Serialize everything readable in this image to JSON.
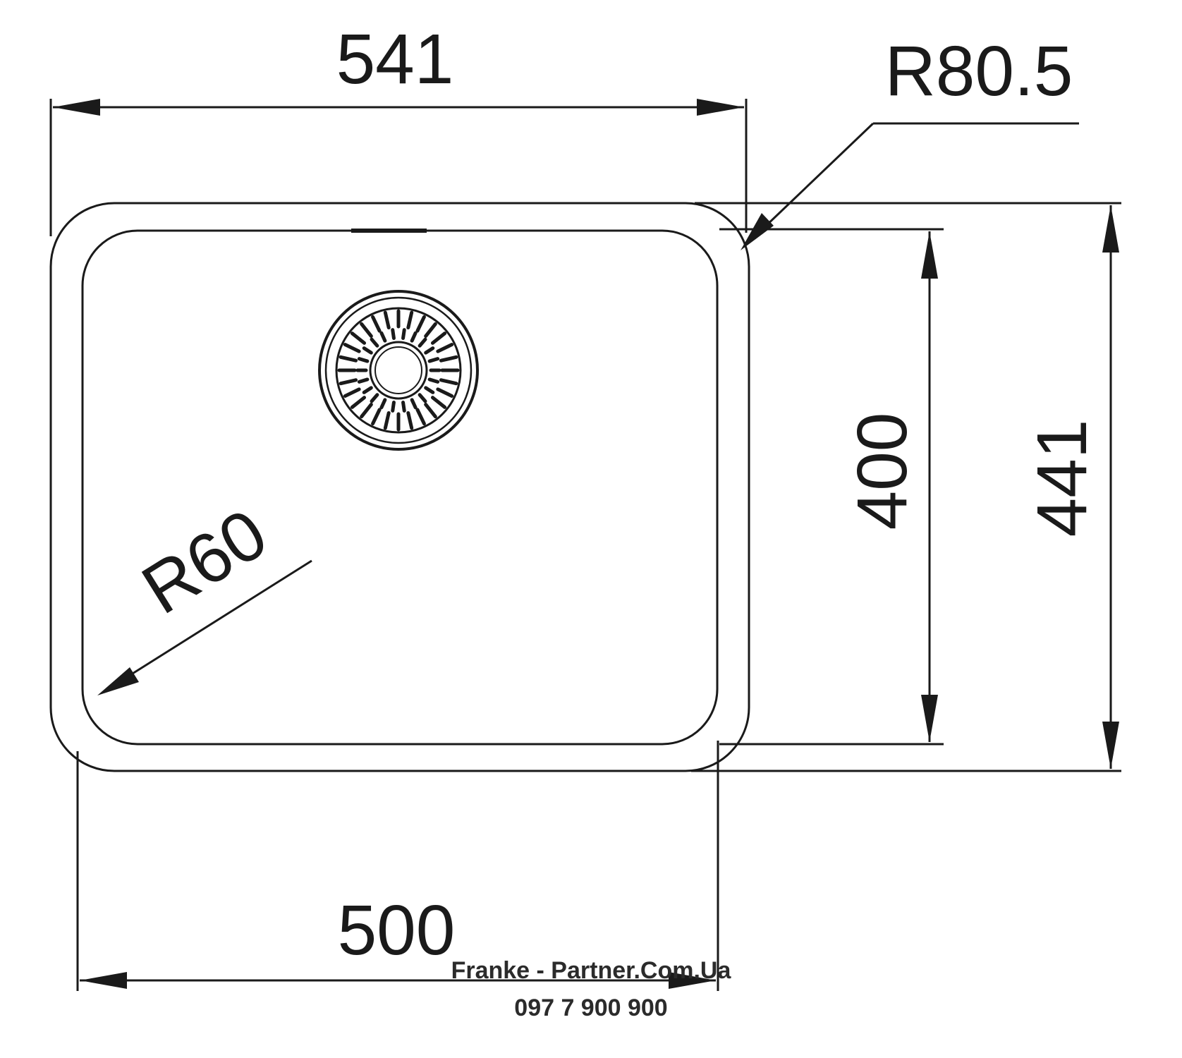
{
  "dimensions": {
    "overall_width": "541",
    "inner_width": "500",
    "inner_height": "400",
    "overall_height": "441",
    "outer_corner_radius": "R80.5",
    "inner_corner_radius": "R60"
  },
  "watermark": {
    "site": "Franke - Partner.Com.Ua",
    "phone": "097 7 900 900"
  },
  "colors": {
    "line": "#1a1a1a",
    "background": "#ffffff"
  }
}
